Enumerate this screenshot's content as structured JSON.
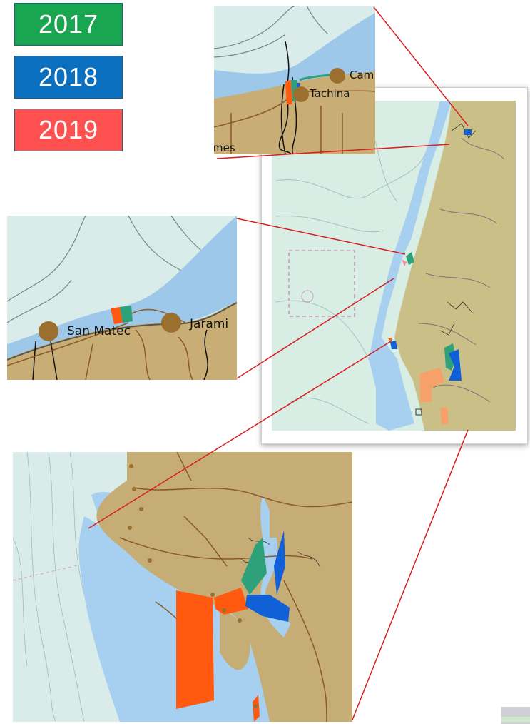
{
  "legend": [
    {
      "year": "2017",
      "color": "#1aa551"
    },
    {
      "year": "2018",
      "color": "#0a6fbf"
    },
    {
      "year": "2019",
      "color": "#ff5050"
    }
  ],
  "inset_top": {
    "labels": {
      "tachina": "Tachina",
      "camarones": "Cam",
      "esmeraldas": "mes"
    }
  },
  "inset_middle": {
    "labels": {
      "san_mateo": "San Matec",
      "jaramijo": "Jarami"
    }
  },
  "colors": {
    "land": "#c8ae74",
    "shallow_water": "#9ec8ea",
    "deep_water": "#d9ece9",
    "river": "#111111",
    "road": "#8b5a2b",
    "town": "#9b6f2e",
    "connector": "#d81e1e",
    "area_2017": "#2ea07a",
    "area_2018": "#1060d8",
    "area_2019": "#ff5a10",
    "area_2019_light": "#f7a06a"
  }
}
